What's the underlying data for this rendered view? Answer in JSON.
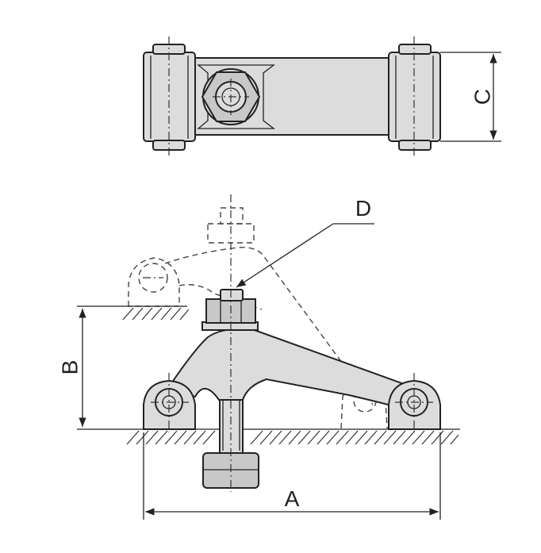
{
  "labels": {
    "width": "A",
    "height": "B",
    "depth": "C",
    "pressure_point": "D"
  }
}
